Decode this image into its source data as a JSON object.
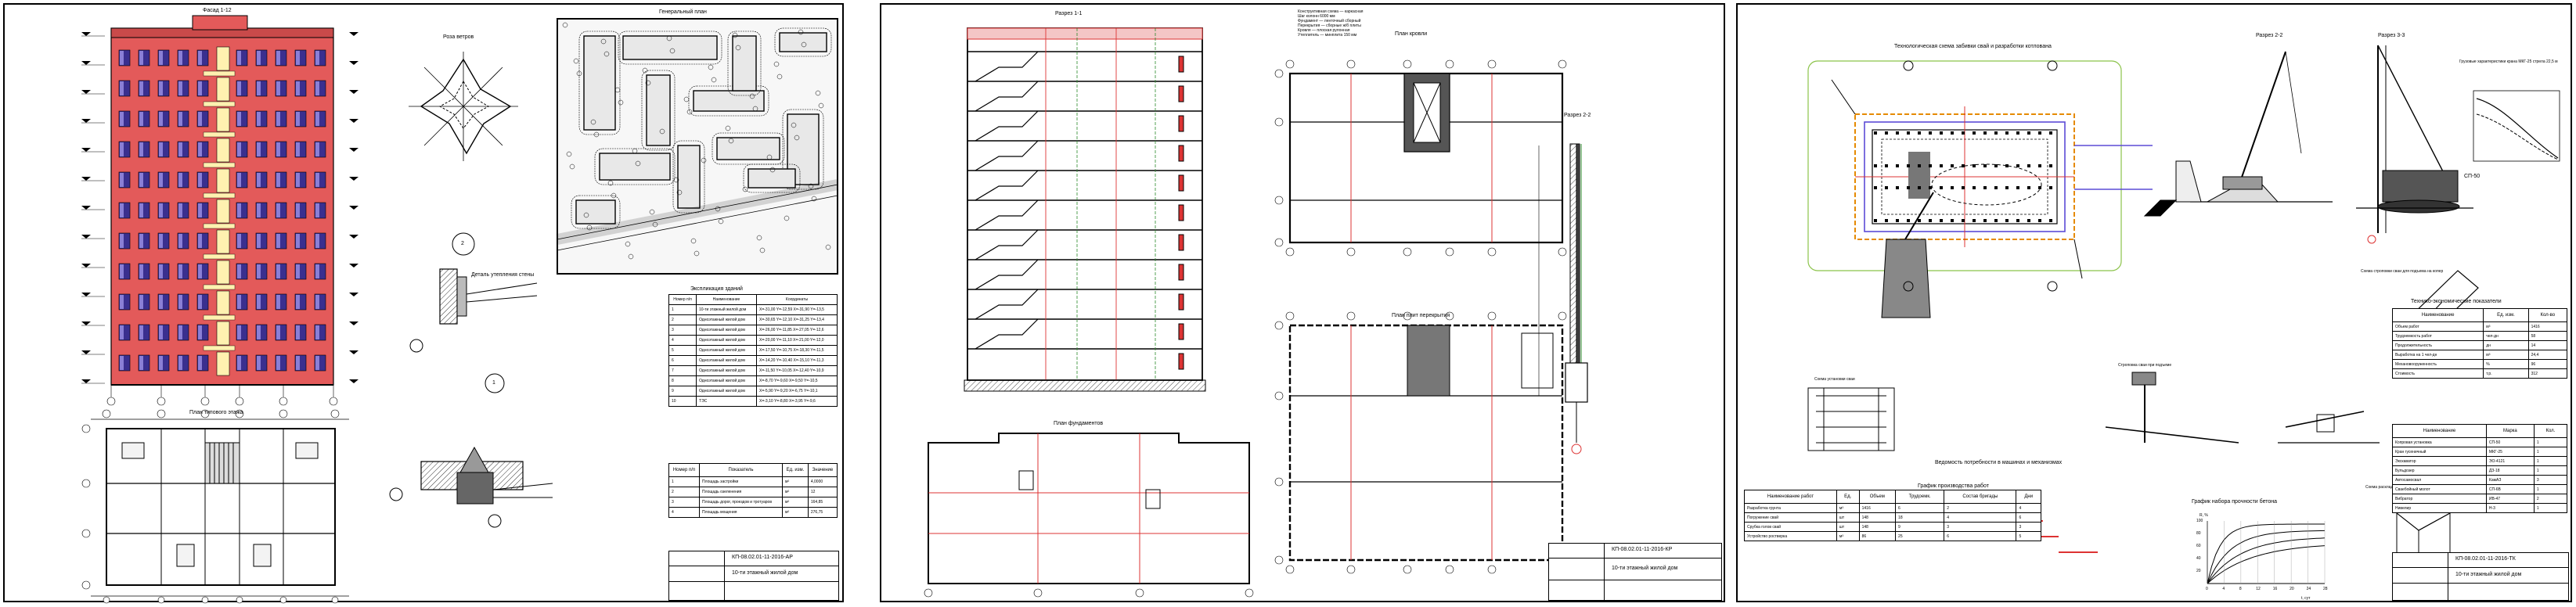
{
  "sheet1": {
    "facade_title": "Фасад 1-12",
    "plan_title": "План типового этажа",
    "rose_title": "Роза ветров",
    "genplan_title": "Генеральный план",
    "detail_note": "Деталь утепления стены",
    "node_1": "1",
    "node_2": "2",
    "explication_title": "Экспликация зданий",
    "explication_headers": [
      "Номер п/п",
      "Наименование",
      "Координаты"
    ],
    "explication_rows": [
      [
        "1",
        "10-ти этажный жилой дом",
        "X=-31,00 Y=-12,59 X=-31,90 Y=-13,5"
      ],
      [
        "2",
        "Одноэтажный жилой дом",
        "X=-30,65 Y=-12,10 X=-31,25 Y=-13,4"
      ],
      [
        "3",
        "Одноэтажный жилой дом",
        "X=-26,00 Y=-11,85 X=-27,05 Y=-12,6"
      ],
      [
        "4",
        "Одноэтажный жилой дом",
        "X=-20,00 Y=-11,10 X=-21,00 Y=-12,0"
      ],
      [
        "5",
        "Одноэтажный жилой дом",
        "X=-17,50 Y=-10,75 X=-18,30 Y=-11,5"
      ],
      [
        "6",
        "Одноэтажный жилой дом",
        "X=-14,20 Y=-10,40 X=-15,10 Y=-11,3"
      ],
      [
        "7",
        "Одноэтажный жилой дом",
        "X=-11,50 Y=-10,05 X=-12,40 Y=-10,9"
      ],
      [
        "8",
        "Одноэтажный жилой дом",
        "X=-8,70 Y=-9,60 X=-9,50 Y=-10,5"
      ],
      [
        "9",
        "Одноэтажный жилой дом",
        "X=-5,90 Y=-9,20 X=-6,75 Y=-10,1"
      ],
      [
        "10",
        "ТЭС",
        "X=-3,10 Y=-8,80 X=-3,95 Y=-9,6"
      ]
    ],
    "tep_headers": [
      "Номер п/п",
      "Показатель",
      "Ед. изм.",
      "Значение"
    ],
    "tep_rows": [
      [
        "1",
        "Площадь застройки",
        "м²",
        "4,0000"
      ],
      [
        "2",
        "Площадь озеленения",
        "м²",
        "12"
      ],
      [
        "3",
        "Площадь дорог, проездов и тротуаров",
        "м²",
        "164,85"
      ],
      [
        "4",
        "Площадь мощения",
        "м²",
        "276,75"
      ]
    ],
    "stamp_code": "КП-08.02.01-11-2016-АР",
    "stamp_title": "10-ти этажный жилой дом"
  },
  "sheet2": {
    "section_title": "Разрез 1-1",
    "foundation_plan_title": "План фундаментов",
    "roof_plan_title": "План кровли",
    "slab_plan_title": "План плит перекрытия",
    "section_detail_title": "Разрез 2-2",
    "notes": [
      "Конструктивная схема — каркасная",
      "Шаг колонн 6000 мм",
      "Фундамент — ленточный сборный",
      "Перекрытия — сборные ж/б плиты",
      "Кровля — плоская рулонная",
      "Утеплитель — минплита 150 мм"
    ],
    "stamp_code": "КП-08.02.01-11-2016-КР",
    "stamp_title": "10-ти этажный жилой дом"
  },
  "sheet3": {
    "scheme_title": "Технологическая схема забивки свай и разработки котлована",
    "section_2_title": "Разрез 2-2",
    "section_3_title": "Разрез 3-3",
    "crane_title": "Грузовые характеристики крана МКГ-25 стрела 22,5 м",
    "crane_label": "СП-50",
    "pile_scheme_title": "Схема строповки сваи для подъема на копер",
    "pile_install_title": "Схема установки сваи",
    "pile_lift_title": "Строповка сваи при подъеме",
    "pile_list_title": "Ведомость потребности в машинах и механизмах",
    "schedule_title": "График производства работ",
    "concrete_title": "График набора прочности бетона",
    "pile_storage_title": "Схема раскладки свай по захваткам",
    "tep_title": "Технико-экономические показатели",
    "tep_headers": [
      "Наименование",
      "Ед. изм.",
      "Кол-во"
    ],
    "tep_rows": [
      [
        "Объем работ",
        "м³",
        "1416"
      ],
      [
        "Трудоемкость работ",
        "чел-дн",
        "58"
      ],
      [
        "Продолжительность",
        "дн",
        "14"
      ],
      [
        "Выработка на 1 чел-дн",
        "м³",
        "24,4"
      ],
      [
        "Механовооруженность",
        "%",
        "96"
      ],
      [
        "Стоимость",
        "т.р.",
        "312"
      ]
    ],
    "mach_headers": [
      "Наименование",
      "Марка",
      "Кол."
    ],
    "mach_rows": [
      [
        "Копровая установка",
        "СП-50",
        "1"
      ],
      [
        "Кран гусеничный",
        "МКГ-25",
        "1"
      ],
      [
        "Экскаватор",
        "ЭО-4121",
        "1"
      ],
      [
        "Бульдозер",
        "ДЗ-18",
        "1"
      ],
      [
        "Автосамосвал",
        "КамАЗ",
        "3"
      ],
      [
        "Сваебойный молот",
        "СП-6В",
        "1"
      ],
      [
        "Вибратор",
        "ИВ-47",
        "2"
      ],
      [
        "Нивелир",
        "Н-3",
        "1"
      ]
    ],
    "sched_headers": [
      "Наименование работ",
      "Ед.",
      "Объем",
      "Трудоемк.",
      "Состав бригады",
      "Дни"
    ],
    "sched_rows": [
      [
        "Разработка грунта",
        "м³",
        "1416",
        "6",
        "2",
        "4"
      ],
      [
        "Погружение свай",
        "шт",
        "148",
        "18",
        "4",
        "6"
      ],
      [
        "Срубка голов свай",
        "шт",
        "148",
        "9",
        "3",
        "3"
      ],
      [
        "Устройство ростверка",
        "м³",
        "86",
        "25",
        "6",
        "5"
      ]
    ],
    "concrete_axis_y": "R, %",
    "concrete_axis_x": "t, сут",
    "concrete_ticks_x": [
      "0",
      "4",
      "8",
      "12",
      "16",
      "20",
      "24",
      "28"
    ],
    "concrete_ticks_y": [
      "20",
      "40",
      "60",
      "80",
      "100"
    ],
    "stamp_code": "КП-08.02.01-11-2016-ТК",
    "stamp_title": "10-ти этажный жилой дом"
  }
}
